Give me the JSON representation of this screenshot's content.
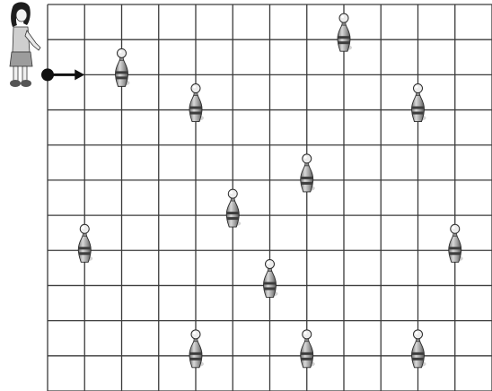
{
  "puzzle": {
    "grid": {
      "columns": 12,
      "rows": 11,
      "line_color": "#3a3a3a"
    },
    "player": {
      "start_cell": [
        0,
        1
      ],
      "direction": "right",
      "marker_color": "#111111"
    },
    "pins": [
      {
        "col": 2,
        "row": 1
      },
      {
        "col": 8,
        "row": 0
      },
      {
        "col": 4,
        "row": 2
      },
      {
        "col": 10,
        "row": 2
      },
      {
        "col": 7,
        "row": 4
      },
      {
        "col": 5,
        "row": 5
      },
      {
        "col": 1,
        "row": 6
      },
      {
        "col": 11,
        "row": 6
      },
      {
        "col": 6,
        "row": 7
      },
      {
        "col": 4,
        "row": 9
      },
      {
        "col": 7,
        "row": 9
      },
      {
        "col": 10,
        "row": 9
      }
    ]
  }
}
